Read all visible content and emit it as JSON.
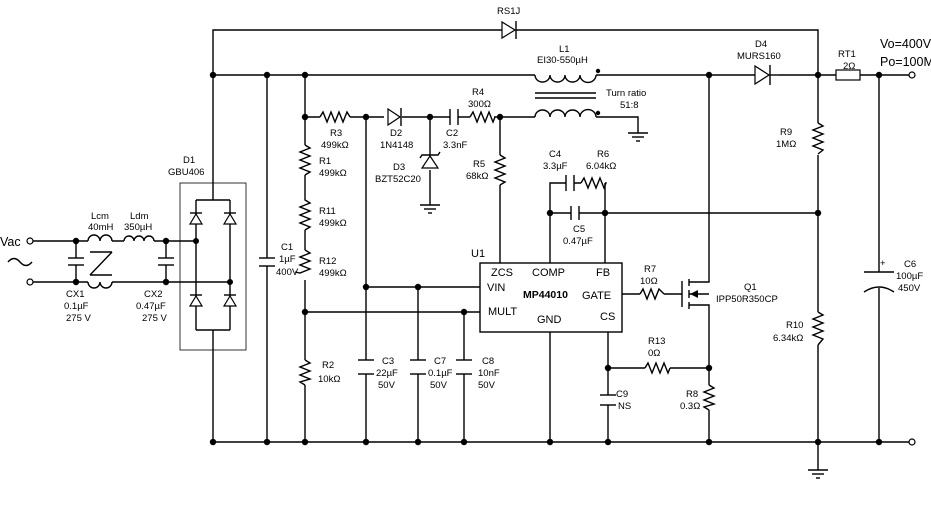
{
  "outputs": {
    "vo": "Vo=400V",
    "po": "Po=100M"
  },
  "input": {
    "vac": "Vac"
  },
  "components": {
    "rs1j": {
      "name": "RS1J"
    },
    "l1": {
      "name": "L1",
      "value": "EI30-550µH",
      "note1": "Turn ratio",
      "note2": "51:8"
    },
    "d4": {
      "name": "D4",
      "value": "MURS160"
    },
    "rt1": {
      "name": "RT1",
      "value": "2Ω"
    },
    "d1": {
      "name": "D1",
      "value": "GBU406"
    },
    "lcm": {
      "name": "Lcm",
      "value": "40mH"
    },
    "ldm": {
      "name": "Ldm",
      "value": "350µH"
    },
    "cx1": {
      "name": "CX1",
      "value": "0.1µF",
      "rating": "275 V"
    },
    "cx2": {
      "name": "CX2",
      "value": "0.47µF",
      "rating": "275 V"
    },
    "c1": {
      "name": "C1",
      "value": "1µF",
      "rating": "400V"
    },
    "r3": {
      "name": "R3",
      "value": "499kΩ"
    },
    "r1": {
      "name": "R1",
      "value": "499kΩ"
    },
    "r11": {
      "name": "R11",
      "value": "499kΩ"
    },
    "r12": {
      "name": "R12",
      "value": "499kΩ"
    },
    "r2": {
      "name": "R2",
      "value": "10kΩ"
    },
    "d2": {
      "name": "D2",
      "value": "1N4148"
    },
    "d3": {
      "name": "D3",
      "value": "BZT52C20"
    },
    "c2": {
      "name": "C2",
      "value": "3.3nF"
    },
    "r4": {
      "name": "R4",
      "value": "300Ω"
    },
    "r5": {
      "name": "R5",
      "value": "68kΩ"
    },
    "c4": {
      "name": "C4",
      "value": "3.3µF"
    },
    "r6": {
      "name": "R6",
      "value": "6.04kΩ"
    },
    "c5": {
      "name": "C5",
      "value": "0.47µF"
    },
    "c3": {
      "name": "C3",
      "value": "22µF",
      "rating": "50V"
    },
    "c7": {
      "name": "C7",
      "value": "0.1µF",
      "rating": "50V"
    },
    "c8": {
      "name": "C8",
      "value": "10nF",
      "rating": "50V"
    },
    "r7": {
      "name": "R7",
      "value": "10Ω"
    },
    "q1": {
      "name": "Q1",
      "value": "IPP50R350CP"
    },
    "r13": {
      "name": "R13",
      "value": "0Ω"
    },
    "c9": {
      "name": "C9",
      "value": "NS"
    },
    "r8": {
      "name": "R8",
      "value": "0.3Ω"
    },
    "r9": {
      "name": "R9",
      "value": "1MΩ"
    },
    "r10": {
      "name": "R10",
      "value": "6.34kΩ"
    },
    "c6": {
      "name": "C6",
      "value": "100µF",
      "rating": "450V"
    }
  },
  "ic": {
    "name": "U1",
    "part": "MP44010",
    "pins": {
      "zcs": "ZCS",
      "comp": "COMP",
      "fb": "FB",
      "vin": "VIN",
      "gate": "GATE",
      "mult": "MULT",
      "gnd": "GND",
      "cs": "CS"
    }
  }
}
